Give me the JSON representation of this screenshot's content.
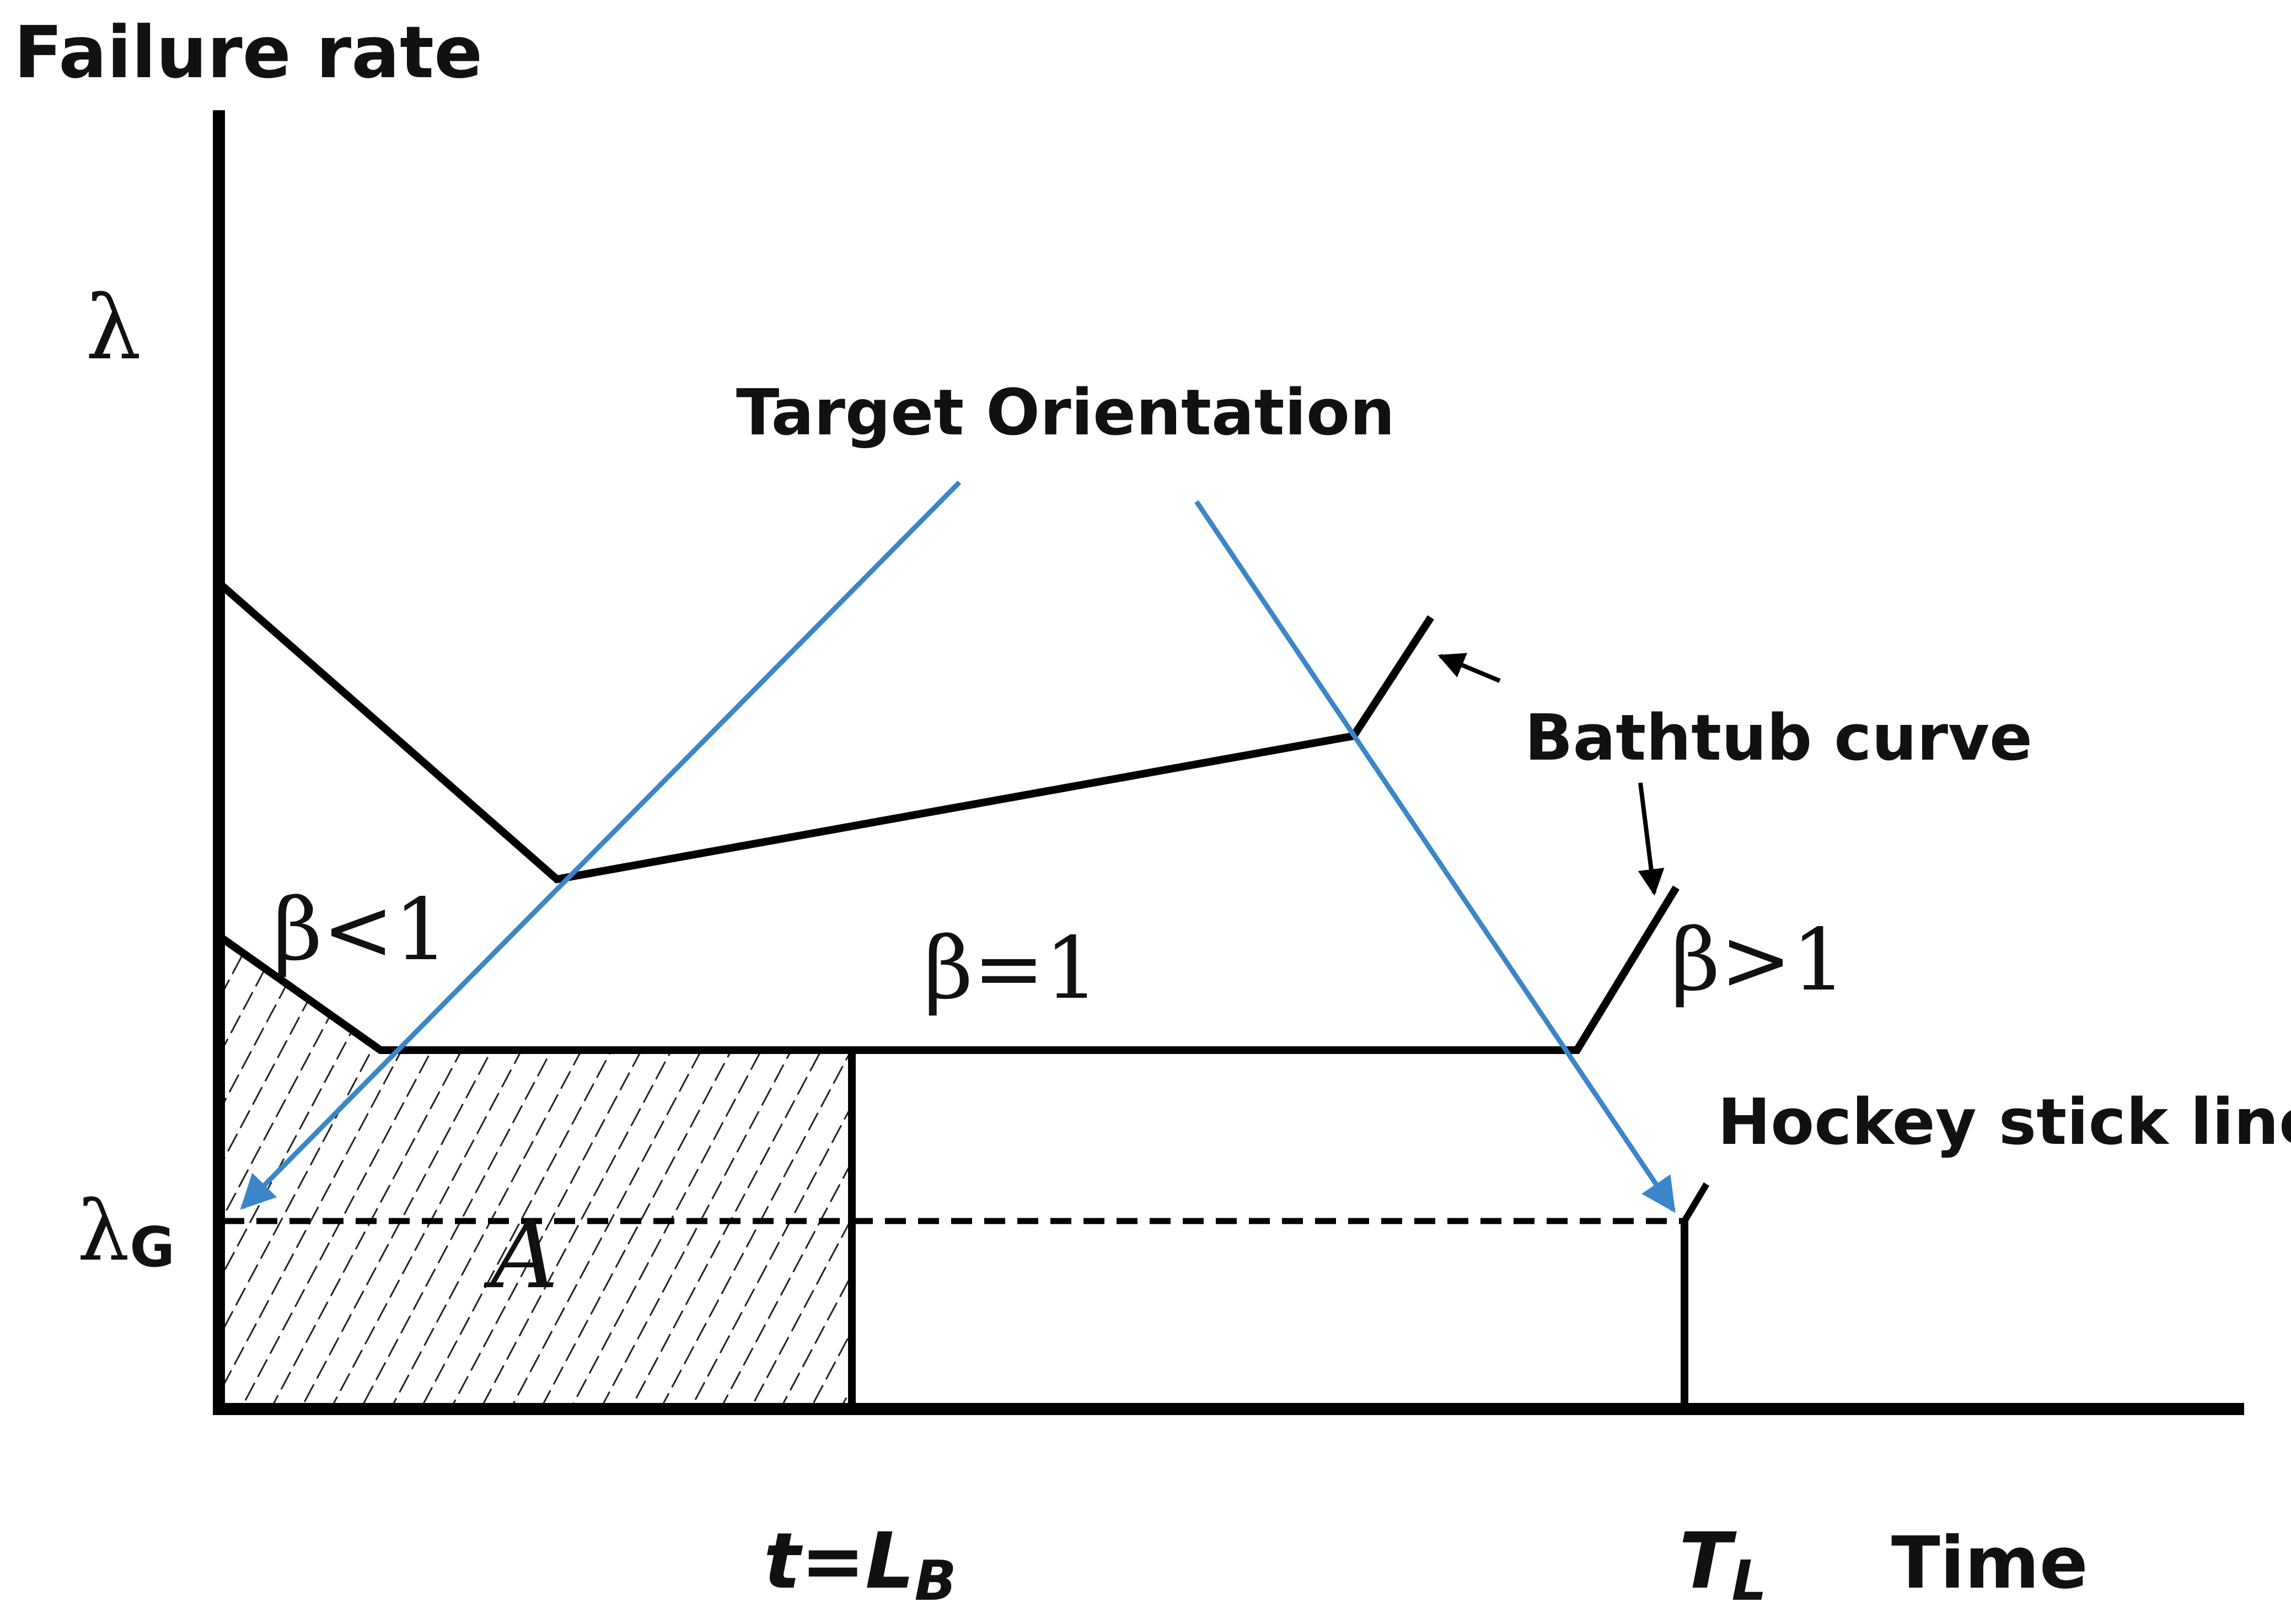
{
  "axes": {
    "y_title": "Failure rate",
    "y_symbol": "λ",
    "y_guarantee_main": "λ",
    "y_guarantee_sub": "G",
    "x_title": "Time",
    "x_mark_lb_main": "t=L",
    "x_mark_lb_sub": "B",
    "x_mark_tl_main": "T",
    "x_mark_tl_sub": "L"
  },
  "labels": {
    "target_orientation": "Target Orientation",
    "bathtub_curve": "Bathtub curve",
    "hockey_stick_line": "Hockey stick line",
    "beta_lt_1": "β<1",
    "beta_eq_1": "β=1",
    "beta_gt_1": "β>1",
    "area": "A"
  },
  "colors": {
    "curve": "#000000",
    "target_arrows": "#3a86c8"
  }
}
